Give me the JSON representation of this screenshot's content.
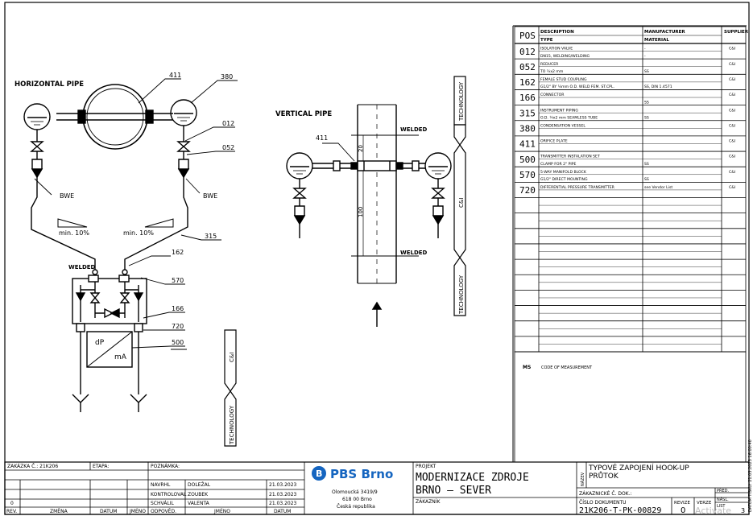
{
  "diagram": {
    "horizontal_label": "HORIZONTAL PIPE",
    "vertical_label": "VERTICAL PIPE",
    "callouts": {
      "c411": "411",
      "c380": "380",
      "c012": "012",
      "c052": "052",
      "c315": "315",
      "c162": "162",
      "c570": "570",
      "c166": "166",
      "c720": "720",
      "c500": "500",
      "v411": "411"
    },
    "bwe": "BWE",
    "slope": "min. 10%",
    "welded": "WELDED",
    "dp": "dP",
    "ma": "mA",
    "dim20": "20",
    "dim100": "100",
    "technology": "TECHNOLOGY",
    "ci": "C&I"
  },
  "parts_table": {
    "headers": {
      "pos": "POS",
      "description": "DESCRIPTION",
      "type": "TYPE",
      "manufacturer": "MANUFACTURER",
      "material": "MATERIAL",
      "supplier": "SUPPLIER"
    },
    "rows": [
      {
        "pos": "012",
        "desc": "ISOLATION VALVE",
        "type": "DN15, WELDING/WELDING",
        "manufacturer": "-",
        "material": "-",
        "supplier": "C&I"
      },
      {
        "pos": "052",
        "desc": "REDUCER",
        "type": "TO ¼x2 mm",
        "manufacturer": "",
        "material": "SS",
        "supplier": "C&I"
      },
      {
        "pos": "162",
        "desc": "FEMALE STUD COUPLING",
        "type": "G1/2\" BY ¼mm O.D. WELD FEM. ST.CPL.",
        "manufacturer": "",
        "material": "SS, DIN 1.4571",
        "supplier": "C&I"
      },
      {
        "pos": "166",
        "desc": "CONNECTOR",
        "type": "",
        "manufacturer": "",
        "material": "SS",
        "supplier": "C&I"
      },
      {
        "pos": "315",
        "desc": "INSTRUMENT PIPING",
        "type": "O.D. ¼x2 mm SEAMLESS TUBE",
        "manufacturer": "",
        "material": "SS",
        "supplier": "C&I"
      },
      {
        "pos": "380",
        "desc": "CONDENSATION VESSEL",
        "type": "",
        "manufacturer": "",
        "material": "",
        "supplier": "C&I"
      },
      {
        "pos": "411",
        "desc": "ORIFICE PLATE",
        "type": "",
        "manufacturer": "",
        "material": "",
        "supplier": "C&I"
      },
      {
        "pos": "500",
        "desc": "TRANSMITTER INSTALATION SET",
        "type": "CLAMP FOR 2\" PIPE",
        "manufacturer": "",
        "material": "SS",
        "supplier": "C&I"
      },
      {
        "pos": "570",
        "desc": "5-WAY MANIFOLD BLOCK",
        "type": "G1/2\" DIRECT MOUNTING",
        "manufacturer": "",
        "material": "SS",
        "supplier": "C&I"
      },
      {
        "pos": "720",
        "desc": "DIFFERENTIAL PRESSURE TRANSMITTER",
        "type": "",
        "manufacturer": "see Vendor List",
        "material": "",
        "supplier": "C&I"
      }
    ],
    "legend_code": "MS",
    "legend_text": "CODE OF MEASUREMENT"
  },
  "title_block": {
    "zakazka": "ZAKÁZKA Č.: 21K206",
    "etapa": "ETAPA:",
    "poznamka": "POZNÁMKA:",
    "rev_value": "0",
    "rev_headers": {
      "rev": "REV.",
      "zmena": "ZMĚNA",
      "datum": "DATUM",
      "jmeno": "JMÉNO",
      "odpoved": "ODPOVĚD."
    },
    "signatures": [
      {
        "role": "NAVRHL",
        "name": "DOLEŽAL",
        "date": "21.03.2023"
      },
      {
        "role": "KONTROLOVAL",
        "name": "ZOUBEK",
        "date": "21.03.2023"
      },
      {
        "role": "SCHVÁLIL",
        "name": "VALENTA",
        "date": "21.03.2023"
      }
    ],
    "sig_headers": {
      "jmeno": "JMÉNO",
      "datum": "DATUM"
    },
    "company": {
      "logo_text": "PBS Brno",
      "addr1": "Olomoucká 3419/9",
      "addr2": "618 00 Brno",
      "addr3": "Česká republika"
    },
    "projekt_label": "PROJEKT",
    "projekt_line1": "MODERNIZACE ZDROJE",
    "projekt_line2": "BRNO – SEVER",
    "zakaznik_label": "ZÁKAZNÍK",
    "nazev_label": "NÁZEV",
    "title_line1": "TYPOVÉ ZAPOJENÍ HOOK-UP",
    "title_line2": "PRŮTOK",
    "zak_dok": "ZÁKAZNICKÉ Č. DOK.:",
    "cislo_label": "ČÍSLO DOKUMENTU",
    "cislo_value": "21K206-T-PK-00829",
    "revize_label": "REVIZE",
    "revize_value": "0",
    "verze_label": "VERZE",
    "pred": "PŘED.",
    "nasl": "NÁSL.",
    "list": "LIST",
    "list_value": "3",
    "side_text": "DATUM TISKU:  21.03.2023 16:00:40",
    "overlay": "Activate"
  }
}
